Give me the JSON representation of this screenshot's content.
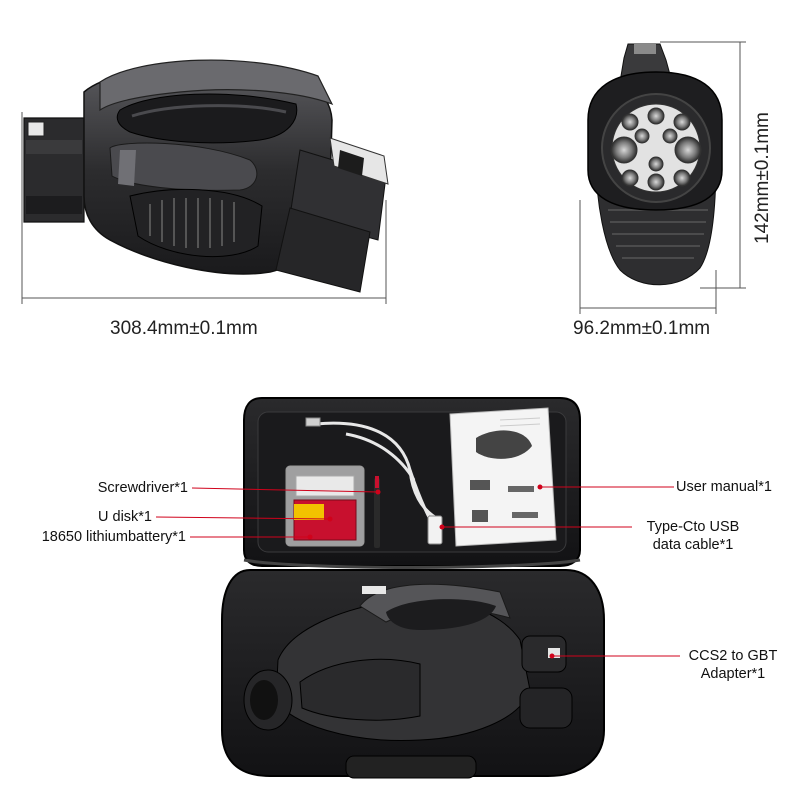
{
  "dimensions": {
    "length": "308.4mm±0.1mm",
    "width": "96.2mm±0.1mm",
    "height": "142mm±0.1mm"
  },
  "callouts": {
    "screwdriver": "Screwdriver*1",
    "u_disk": "U disk*1",
    "battery": "18650 lithiumbattery*1",
    "user_manual": "User manual*1",
    "cable_line1": "Type-Cto USB",
    "cable_line2": "data cable*1",
    "adapter_line1": "CCS2 to GBT",
    "adapter_line2": "Adapter*1"
  },
  "colors": {
    "callout_line": "#d0021b",
    "dimension_line": "#555555",
    "case": "#1d1d1f",
    "adapter_body": "#3a3a3c"
  }
}
